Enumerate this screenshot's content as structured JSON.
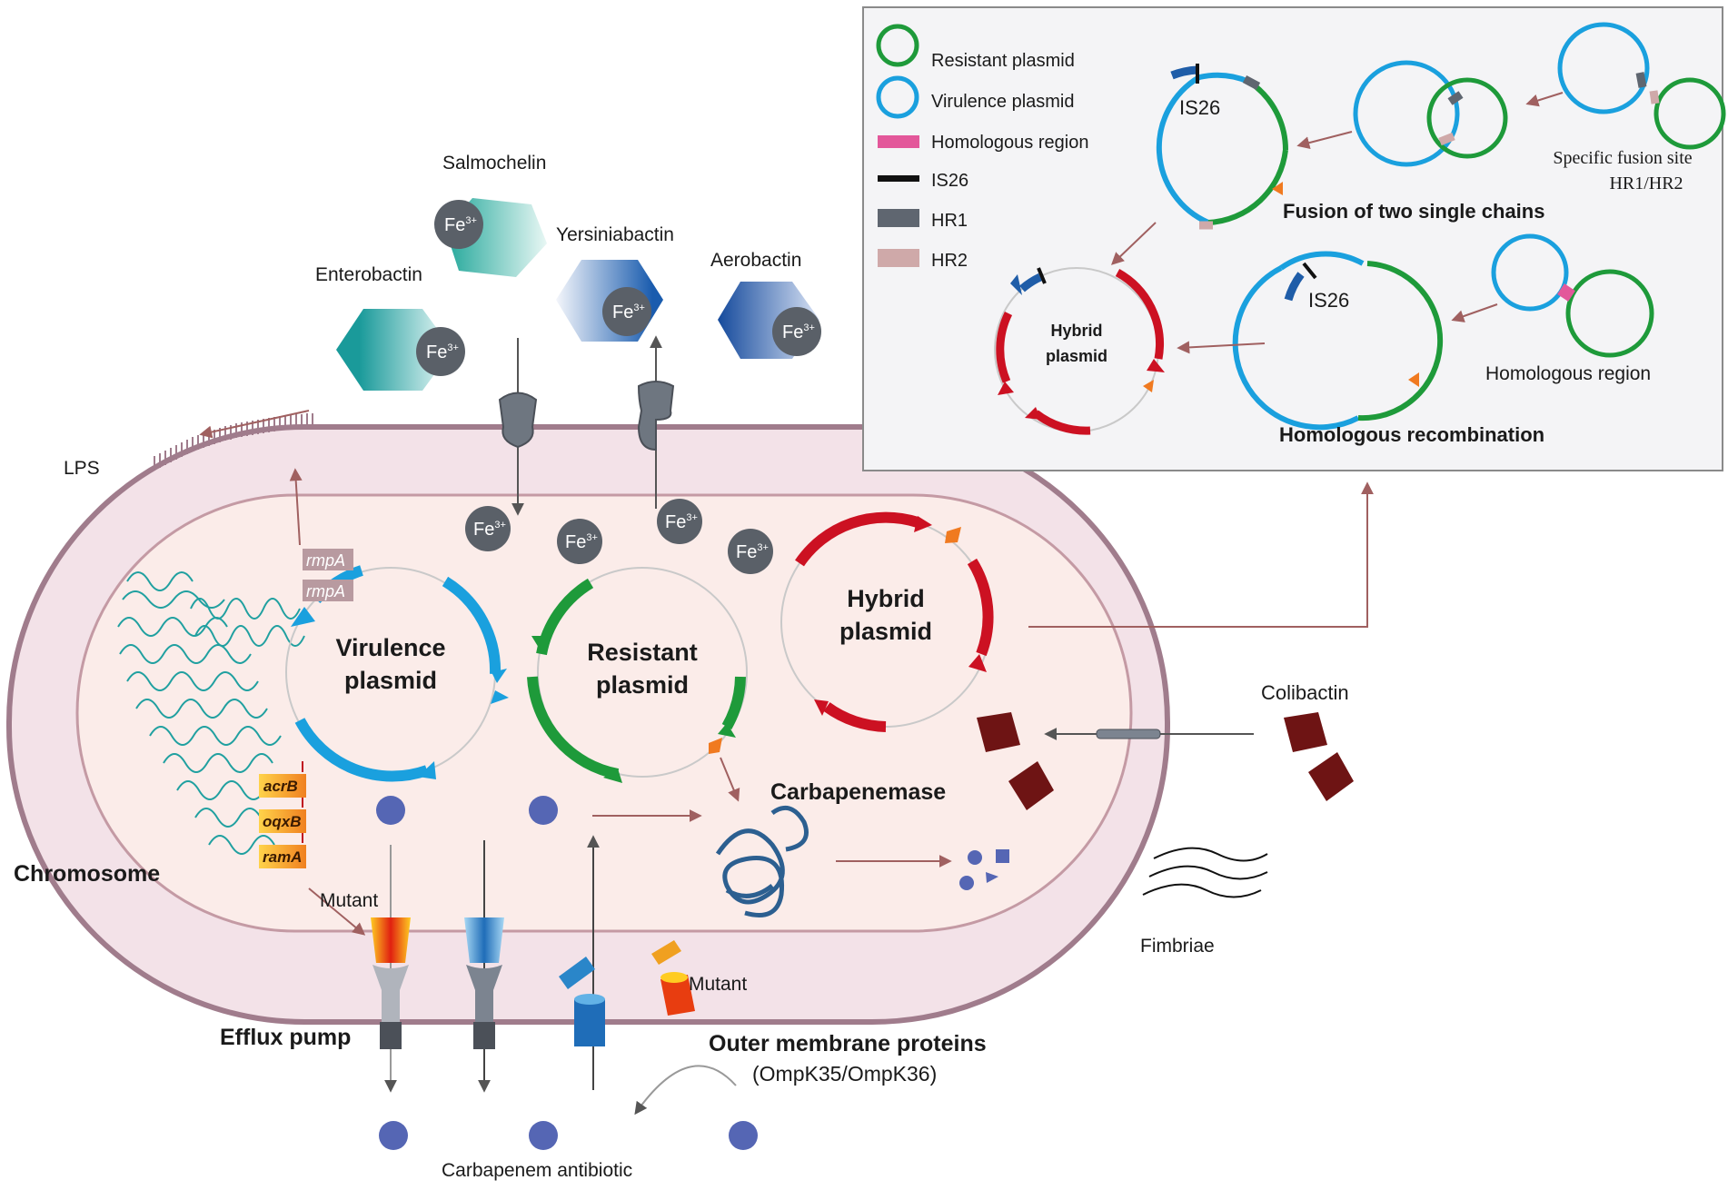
{
  "diagram": {
    "labels": {
      "lps": "LPS",
      "salmochelin": "Salmochelin",
      "enterobactin": "Enterobactin",
      "yersiniabactin": "Yersiniabactin",
      "aerobactin": "Aerobactin",
      "fe": "Fe",
      "fe_sup": "3+",
      "rmpa": "rmpA",
      "virulence_plasmid_1": "Virulence",
      "virulence_plasmid_2": "plasmid",
      "resistant_plasmid_1": "Resistant",
      "resistant_plasmid_2": "plasmid",
      "hybrid_plasmid_1": "Hybrid",
      "hybrid_plasmid_2": "plasmid",
      "acrb": "acrB",
      "oqxb": "oqxB",
      "rama": "ramA",
      "chromosome": "Chromosome",
      "mutant_efflux": "Mutant",
      "carbapenemase": "Carbapenemase",
      "colibactin": "Colibactin",
      "fimbriae": "Fimbriae",
      "efflux_pump": "Efflux pump",
      "mutant_omp": "Mutant",
      "outer_membrane_proteins": "Outer membrane proteins",
      "ompk": "(OmpK35/OmpK36)",
      "carbapenem_antibiotic": "Carbapenem antibiotic"
    },
    "legend": {
      "items": [
        {
          "label": "Resistant plasmid",
          "color": "#1e9a3a"
        },
        {
          "label": "Virulence plasmid",
          "color": "#1aa0de"
        },
        {
          "label": "Homologous region",
          "color": "#e3579a"
        },
        {
          "label": "IS26",
          "color": "#111111"
        },
        {
          "label": "HR1",
          "color": "#5f6670"
        },
        {
          "label": "HR2",
          "color": "#cfa9a9"
        }
      ]
    },
    "inset": {
      "is26_a": "IS26",
      "is26_b": "IS26",
      "fusion_site_1": "Specific fusion site",
      "fusion_site_2": "HR1/HR2",
      "fusion_title": "Fusion of two single chains",
      "hybrid_1": "Hybrid",
      "hybrid_2": "plasmid",
      "homologous_region": "Homologous region",
      "recombination_title": "Homologous  recombination"
    },
    "colors": {
      "cell_outer": "#f3e2e8",
      "cell_border": "#a07c8c",
      "cytoplasm": "#fbe9e7",
      "virulence": "#1aa0de",
      "resistant": "#1e9a3a",
      "hybrid": "#cc1122",
      "arrow": "#a06060",
      "iron": "#5a6068",
      "antibiotic": "#5566b4",
      "colibactin": "#6e1414"
    }
  }
}
